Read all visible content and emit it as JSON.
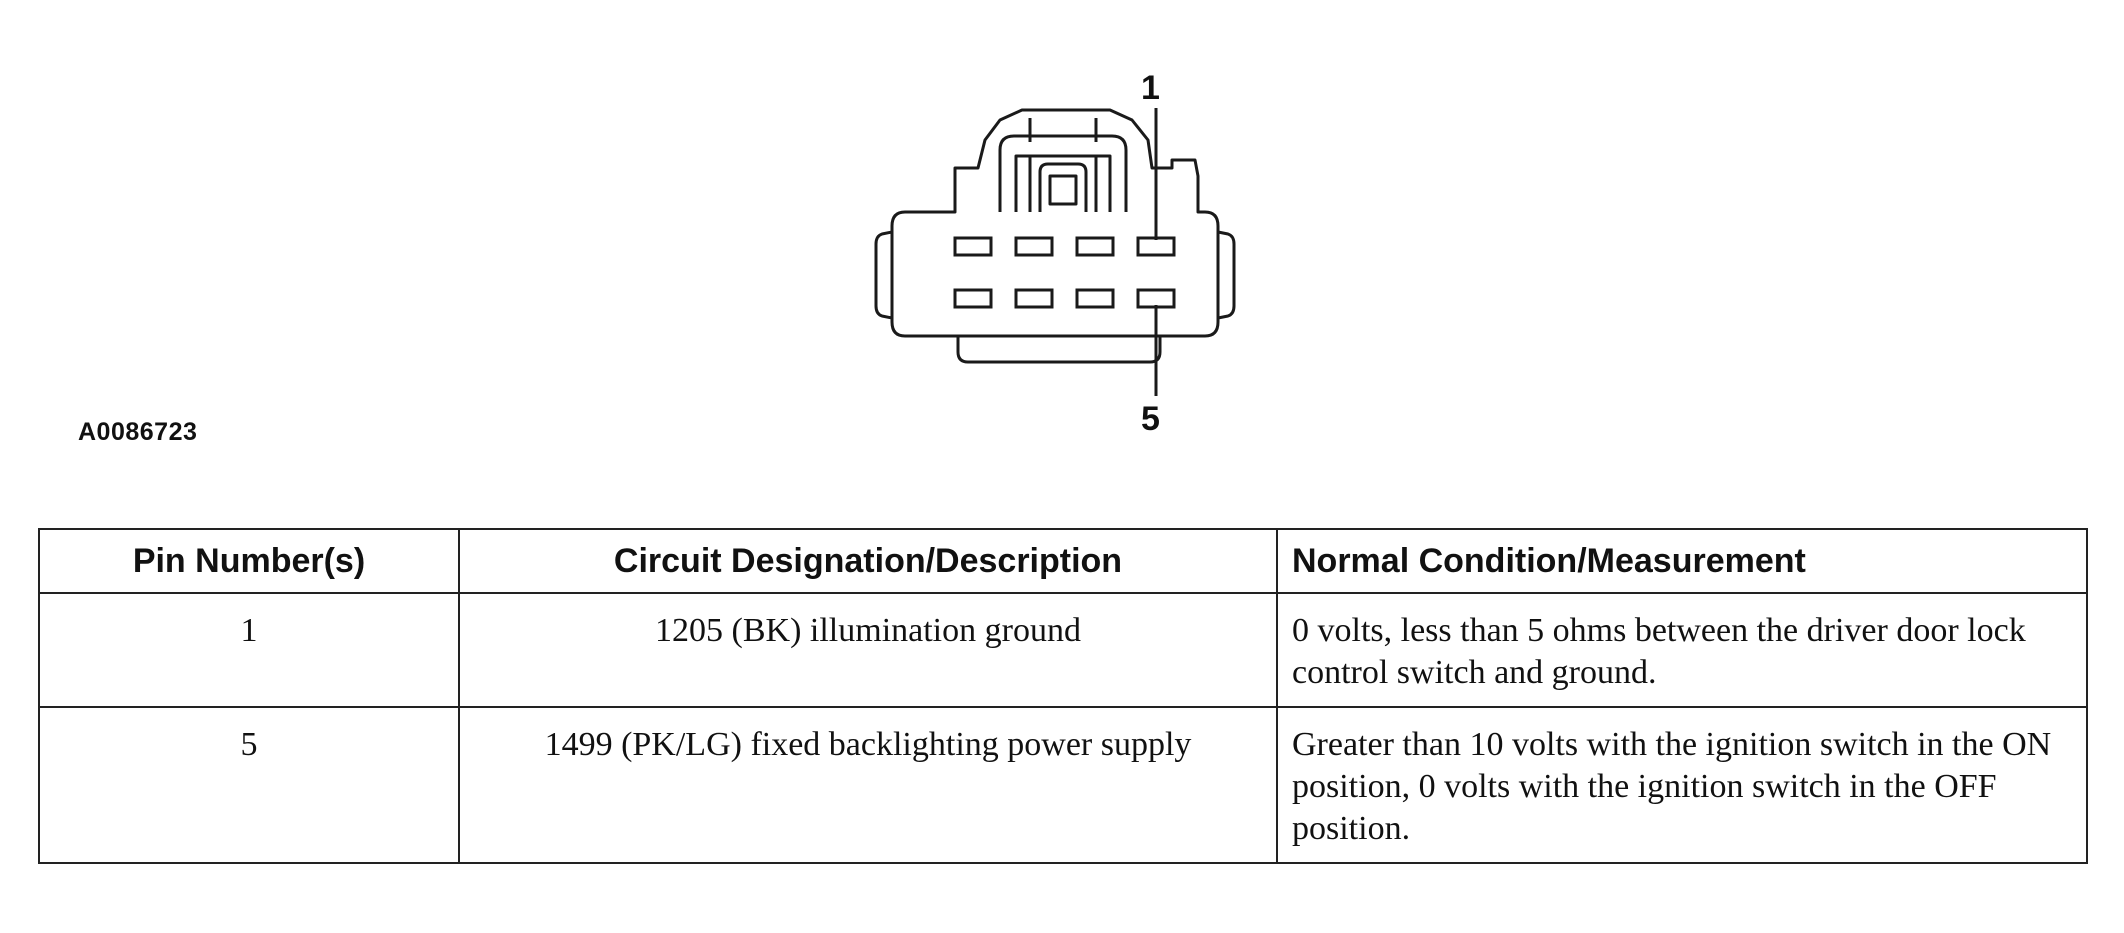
{
  "figure": {
    "id_label": "A0086723",
    "callouts": {
      "top_pin": "1",
      "bottom_pin": "5"
    },
    "connector": {
      "pins_per_row": 4,
      "rows": 2
    }
  },
  "table": {
    "headers": {
      "pin": "Pin Number(s)",
      "circuit": "Circuit Designation/Description",
      "condition": "Normal Condition/Measurement"
    },
    "rows": [
      {
        "pin": "1",
        "circuit": "1205 (BK) illumination ground",
        "condition": "0 volts, less than 5 ohms between the driver door lock control switch and ground."
      },
      {
        "pin": "5",
        "circuit": "1499 (PK/LG) fixed backlighting power supply",
        "condition": "Greater than 10 volts with the ignition switch in the ON position, 0 volts with the ignition switch in the OFF position."
      }
    ]
  }
}
